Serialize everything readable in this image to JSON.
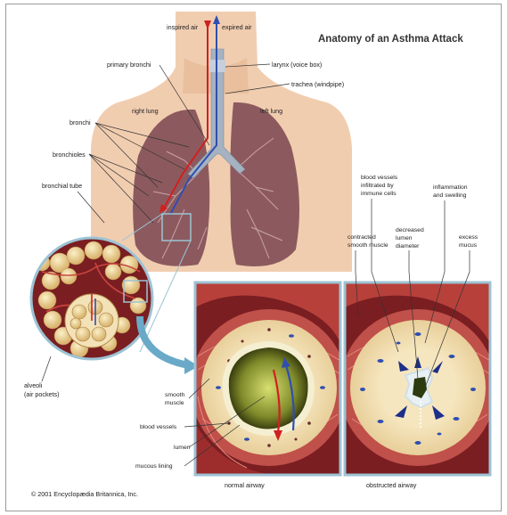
{
  "title": "Anatomy of an Asthma Attack",
  "labels": {
    "inspired_air": "inspired air",
    "expired_air": "expired air",
    "primary_bronchi": "primary bronchi",
    "larynx": "larynx (voice box)",
    "trachea": "trachea (windpipe)",
    "right_lung": "right lung",
    "left_lung": "left lung",
    "bronchi": "bronchi",
    "bronchioles": "bronchioles",
    "bronchial_tube": "bronchial tube",
    "alveoli": "alveoli",
    "alveoli_sub": "(air pockets)",
    "blood_vessels_infiltrated_1": "blood vessels",
    "blood_vessels_infiltrated_2": "infiltrated by",
    "blood_vessels_infiltrated_3": "immune cells",
    "inflammation_1": "inflammation",
    "inflammation_2": "and swelling",
    "contracted_1": "contracted",
    "contracted_2": "smooth muscle",
    "decreased_1": "decreased",
    "decreased_2": "lumen",
    "decreased_3": "diameter",
    "excess_1": "excess",
    "excess_2": "mucus",
    "smooth_muscle_1": "smooth",
    "smooth_muscle_2": "muscle",
    "blood_vessels": "blood vessels",
    "lumen": "lumen",
    "mucous_lining": "mucous lining",
    "normal_airway": "normal airway",
    "obstructed_airway": "obstructed airway"
  },
  "copyright": "© 2001 Encyclopædia Britannica, Inc.",
  "colors": {
    "skin": "#f1cdb0",
    "lung": "#8c5a5e",
    "lung_dark": "#6f3f45",
    "panel_bg": "#7a1e22",
    "panel_border": "#9cc3d4",
    "airway_wall": "#f0ddb0",
    "muscle": "#c0504a",
    "inspired_arrow": "#d21f1f",
    "expired_arrow": "#2f4fb0"
  }
}
